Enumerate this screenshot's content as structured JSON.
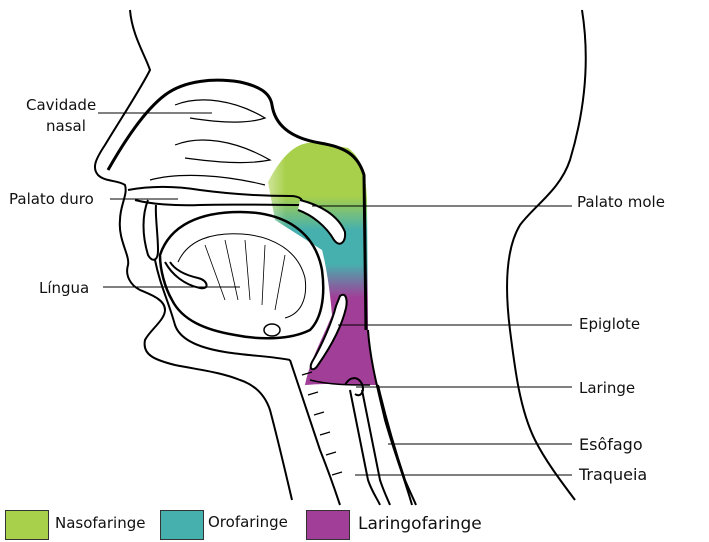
{
  "labels": {
    "cavidade_nasal_l1": "Cavidade",
    "cavidade_nasal_l2": "nasal",
    "palato_duro": "Palato duro",
    "lingua": "Língua",
    "palato_mole": "Palato mole",
    "epiglote": "Epiglote",
    "laringe": "Laringe",
    "esofago": "Esôfago",
    "traqueia": "Traqueia"
  },
  "legend": [
    {
      "label": "Nasofaringe",
      "color": "#a8d04a"
    },
    {
      "label": "Orofaringe",
      "color": "#46b0ae"
    },
    {
      "label": "Laringofaringe",
      "color": "#a13e98"
    }
  ],
  "colors": {
    "nasopharynx": "#a8d04a",
    "oropharynx": "#46b0ae",
    "laryngopharynx": "#a13e98",
    "outline": "#000000"
  }
}
